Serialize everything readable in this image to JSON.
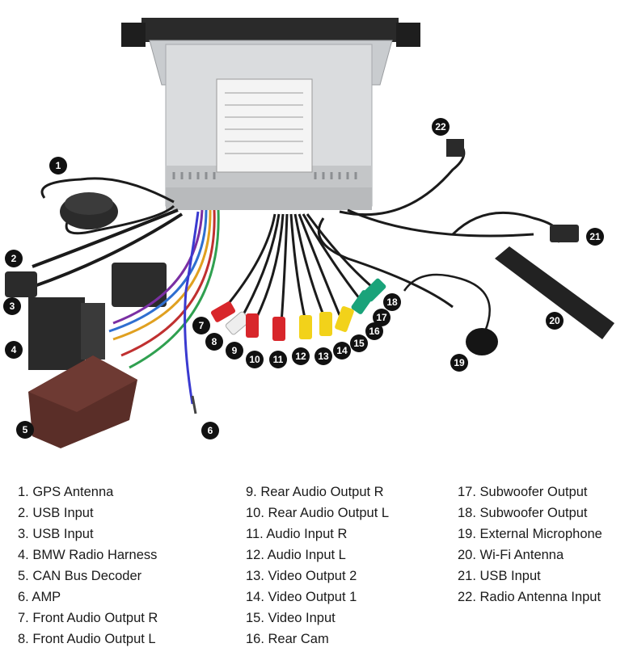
{
  "legend": [
    {
      "num": "1",
      "label": "GPS Antenna"
    },
    {
      "num": "2",
      "label": "USB Input"
    },
    {
      "num": "3",
      "label": "USB Input"
    },
    {
      "num": "4",
      "label": "BMW Radio Harness"
    },
    {
      "num": "5",
      "label": "CAN Bus Decoder"
    },
    {
      "num": "6",
      "label": "AMP"
    },
    {
      "num": "7",
      "label": "Front Audio Output R"
    },
    {
      "num": "8",
      "label": "Front Audio Output L"
    },
    {
      "num": "9",
      "label": "Rear Audio Output R"
    },
    {
      "num": "10",
      "label": "Rear Audio Output L"
    },
    {
      "num": "11",
      "label": "Audio Input R"
    },
    {
      "num": "12",
      "label": "Audio Input L"
    },
    {
      "num": "13",
      "label": "Video Output 2"
    },
    {
      "num": "14",
      "label": "Video Output 1"
    },
    {
      "num": "15",
      "label": "Video Input"
    },
    {
      "num": "16",
      "label": "Rear Cam"
    },
    {
      "num": "17",
      "label": "Subwoofer Output"
    },
    {
      "num": "18",
      "label": "Subwoofer Output"
    },
    {
      "num": "19",
      "label": "External Microphone"
    },
    {
      "num": "20",
      "label": "Wi-Fi Antenna"
    },
    {
      "num": "21",
      "label": "USB Input"
    },
    {
      "num": "22",
      "label": "Radio Antenna Input"
    }
  ],
  "legend_lines": {
    "l1": "1. GPS Antenna",
    "l2": "2. USB Input",
    "l3": "3. USB Input",
    "l4": "4. BMW Radio Harness",
    "l5": "5. CAN Bus Decoder",
    "l6": "6. AMP",
    "l7": "7. Front Audio Output R",
    "l8": "8. Front Audio Output L",
    "l9": "9. Rear Audio Output R",
    "l10": "10. Rear Audio Output L",
    "l11": "11. Audio Input R",
    "l12": "12. Audio Input L",
    "l13": "13. Video Output 2",
    "l14": "14. Video Output 1",
    "l15": "15. Video Input",
    "l16": "16. Rear Cam",
    "l17": "17. Subwoofer Output",
    "l18": "18. Subwoofer Output",
    "l19": "19. External Microphone",
    "l20": "20. Wi-Fi Antenna",
    "l21": "21. USB Input",
    "l22": "22. Radio Antenna Input"
  },
  "badges": [
    "1",
    "2",
    "3",
    "4",
    "5",
    "6",
    "7",
    "8",
    "9",
    "10",
    "11",
    "12",
    "13",
    "14",
    "15",
    "16",
    "17",
    "18",
    "19",
    "20",
    "21",
    "22"
  ],
  "colors": {
    "badge": "#111111",
    "rca_red": "#d8262b",
    "rca_white": "#eeeeee",
    "rca_yellow": "#f2d21a",
    "rca_green": "#1aa37a",
    "cable": "#1b1b1b",
    "unit_metal": "#d9dbdd",
    "decoder": "#5a2e28"
  }
}
